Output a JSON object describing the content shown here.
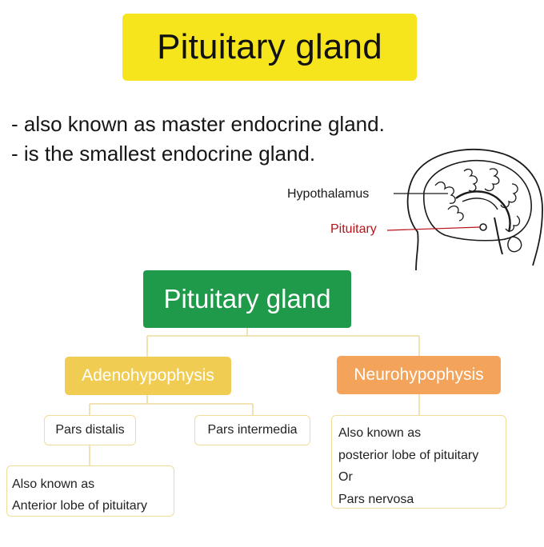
{
  "title": "Pituitary gland",
  "bullets": [
    "- also known as master endocrine gland.",
    "- is the smallest endocrine gland."
  ],
  "brain_labels": {
    "hypothalamus": "Hypothalamus",
    "pituitary": "Pituitary"
  },
  "tree": {
    "root": "Pituitary gland",
    "adenohypophysis": "Adenohypophysis",
    "neurohypophysis": "Neurohypophysis",
    "pars_distalis": "Pars distalis",
    "pars_intermedia": "Pars intermedia",
    "anterior_note": [
      "Also known as",
      "Anterior lobe of pituitary"
    ],
    "posterior_note": [
      "Also known as",
      "posterior lobe of pituitary",
      "Or",
      "Pars nervosa"
    ]
  },
  "colors": {
    "title_bg": "#f6e51d",
    "root_bg": "#1f9a4b",
    "adeno_bg": "#f1cc52",
    "neuro_bg": "#f3a35a",
    "pituitary_label": "#b8121a",
    "connector": "#e9d28a"
  }
}
